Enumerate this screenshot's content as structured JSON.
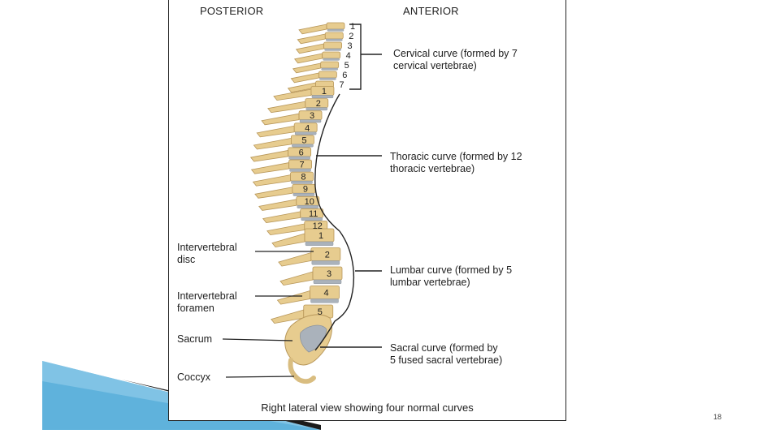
{
  "headers": {
    "posterior": "POSTERIOR",
    "anterior": "ANTERIOR"
  },
  "curves": {
    "cervical": {
      "line1": "Cervical curve (formed by 7",
      "line2": "cervical vertebrae)"
    },
    "thoracic": {
      "line1": "Thoracic curve (formed by 12",
      "line2": "thoracic vertebrae)"
    },
    "lumbar": {
      "line1": "Lumbar curve (formed by 5",
      "line2": "lumbar vertebrae)"
    },
    "sacral": {
      "line1": "Sacral curve (formed by",
      "line2": "5 fused sacral vertebrae)"
    }
  },
  "left_labels": {
    "disc": {
      "line1": "Intervertebral",
      "line2": "disc"
    },
    "foramen": {
      "line1": "Intervertebral",
      "line2": "foramen"
    },
    "sacrum": "Sacrum",
    "coccyx": "Coccyx"
  },
  "vertebra_numbers": {
    "cervical": [
      "1",
      "2",
      "3",
      "4",
      "5",
      "6",
      "7"
    ],
    "thoracic": [
      "1",
      "2",
      "3",
      "4",
      "5",
      "6",
      "7",
      "8",
      "9",
      "10",
      "11",
      "12"
    ],
    "lumbar": [
      "1",
      "2",
      "3",
      "4",
      "5"
    ]
  },
  "caption": "Right lateral view showing four normal curves",
  "page_number": "18",
  "colors": {
    "bone": "#e7cc8f",
    "bone_dark": "#b8975a",
    "disc": "#aab2bb",
    "accent": "#4a9ec8"
  }
}
